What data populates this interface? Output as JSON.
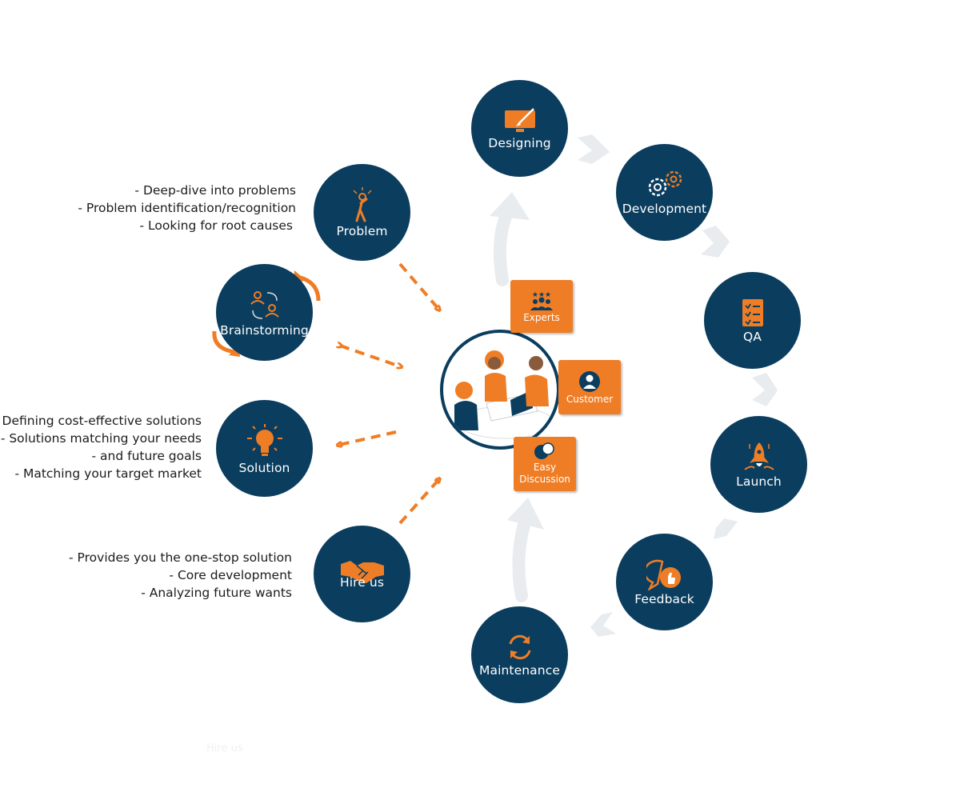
{
  "colors": {
    "navy": "#0a3d5e",
    "orange": "#ef7d25",
    "light_arrow": "#e8ecef",
    "text": "#1b1b1b"
  },
  "nodes": {
    "problem": {
      "label": "Problem",
      "icon": "person-thinking-icon"
    },
    "brainstorming": {
      "label": "Brainstorming",
      "icon": "people-exchange-icon"
    },
    "solution": {
      "label": "Solution",
      "icon": "lightbulb-icon"
    },
    "hire_us": {
      "label": "Hire us",
      "icon": "handshake-icon"
    },
    "designing": {
      "label": "Designing",
      "icon": "monitor-brush-icon"
    },
    "development": {
      "label": "Development",
      "icon": "gears-icon"
    },
    "qa": {
      "label": "QA",
      "icon": "checklist-icon"
    },
    "launch": {
      "label": "Launch",
      "icon": "rocket-icon"
    },
    "feedback": {
      "label": "Feedback",
      "icon": "chat-thumbs-up-icon"
    },
    "maintenance": {
      "label": "Maintenance",
      "icon": "refresh-icon"
    }
  },
  "descriptions": {
    "problem": [
      "- Deep-dive into problems",
      "- Problem identification/recognition",
      "- Looking for root causes"
    ],
    "solution": [
      "- Defining cost-effective solutions",
      "- Solutions matching your needs",
      "- and future goals",
      "- Matching your target market"
    ],
    "hire_us": [
      "- Provides you the one-stop solution",
      "- Core development",
      "- Analyzing future wants"
    ]
  },
  "badges": {
    "experts": {
      "label": "Experts",
      "icon": "team-stars-icon"
    },
    "customer": {
      "label": "Customer",
      "icon": "user-circle-icon"
    },
    "discussion": {
      "label": "Easy\nDiscussion",
      "line1": "Easy",
      "line2": "Discussion",
      "icon": "speech-bubbles-icon"
    }
  },
  "center": {
    "illustration": "team-meeting-illustration"
  },
  "faint_text": "Hire us"
}
